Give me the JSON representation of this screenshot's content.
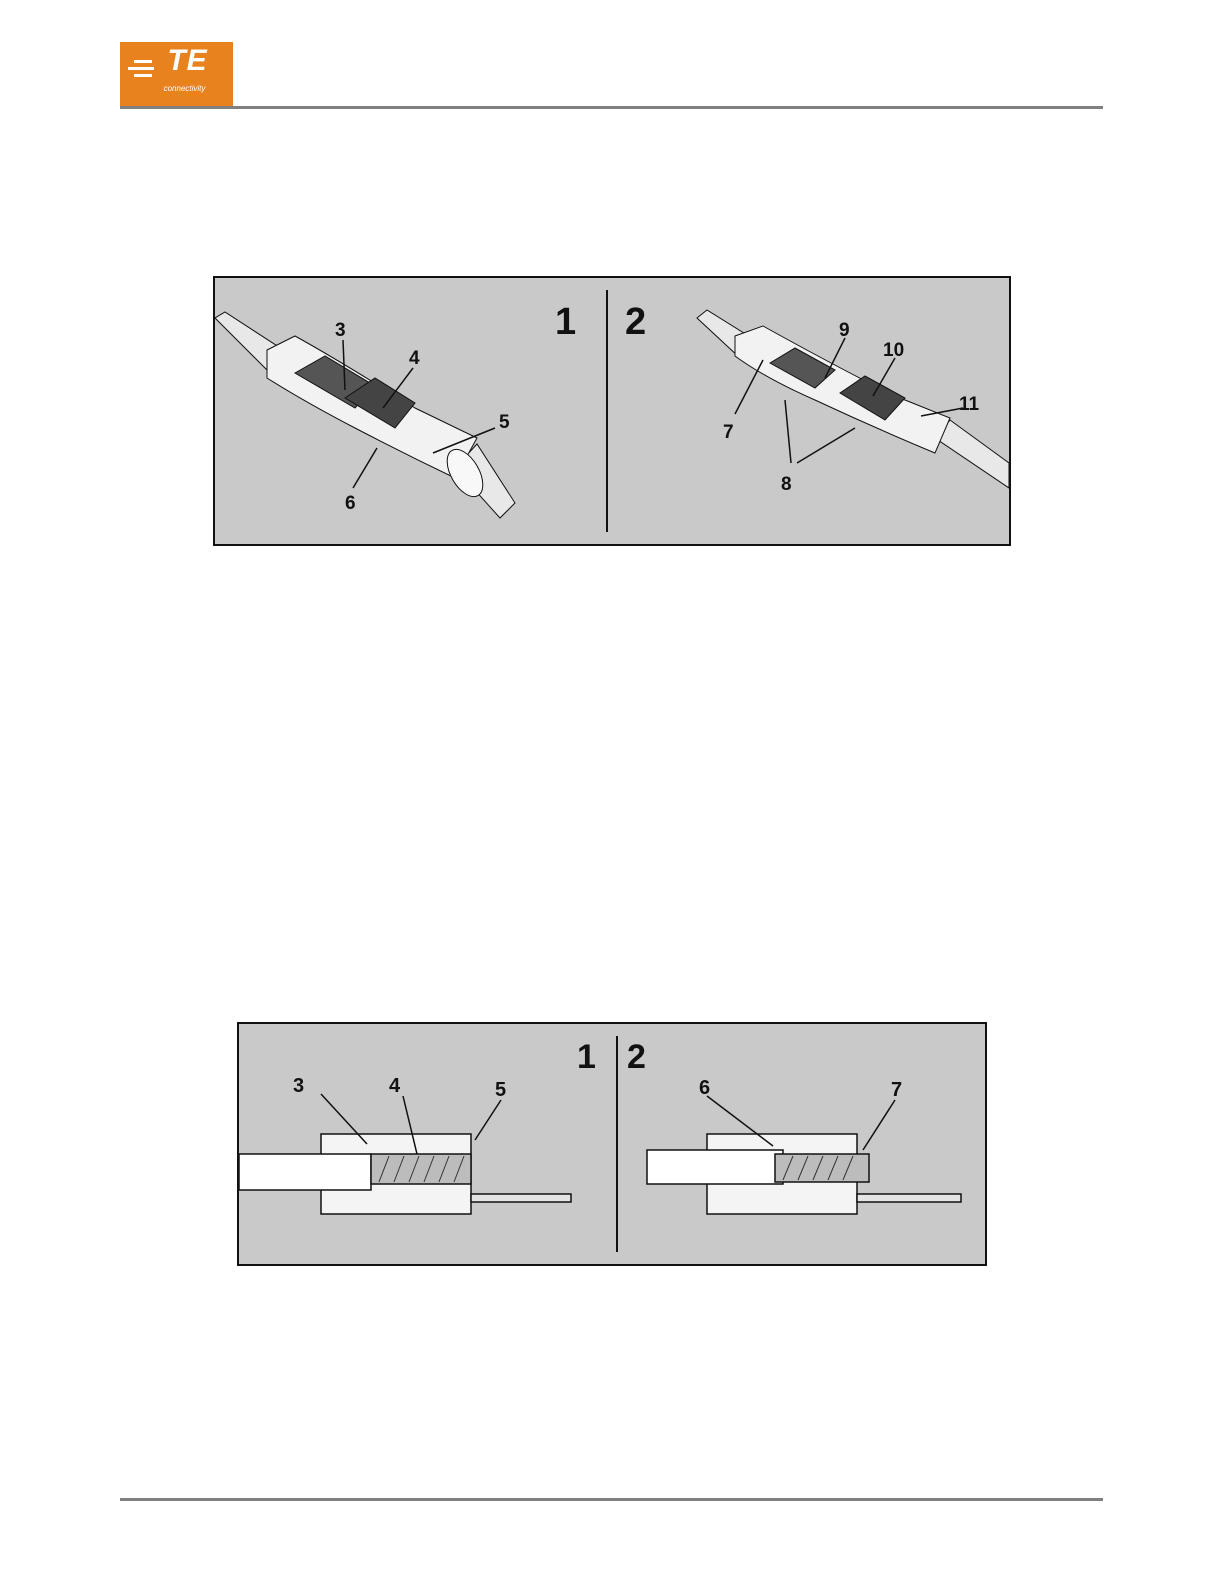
{
  "header": {
    "logo": {
      "brand": "TE",
      "tagline": "connectivity"
    }
  },
  "figure1": {
    "panel_left_label": "1",
    "panel_right_label": "2",
    "callouts_left": [
      "3",
      "4",
      "5",
      "6"
    ],
    "callouts_right": [
      "7",
      "8",
      "9",
      "10",
      "11"
    ]
  },
  "figure2": {
    "panel_left_label": "1",
    "panel_right_label": "2",
    "callouts_left": [
      "3",
      "4",
      "5"
    ],
    "callouts_right": [
      "6",
      "7"
    ]
  },
  "colors": {
    "brand_orange": "#e8821e",
    "figure_bg": "#c9c9c9",
    "rule": "#808080"
  }
}
